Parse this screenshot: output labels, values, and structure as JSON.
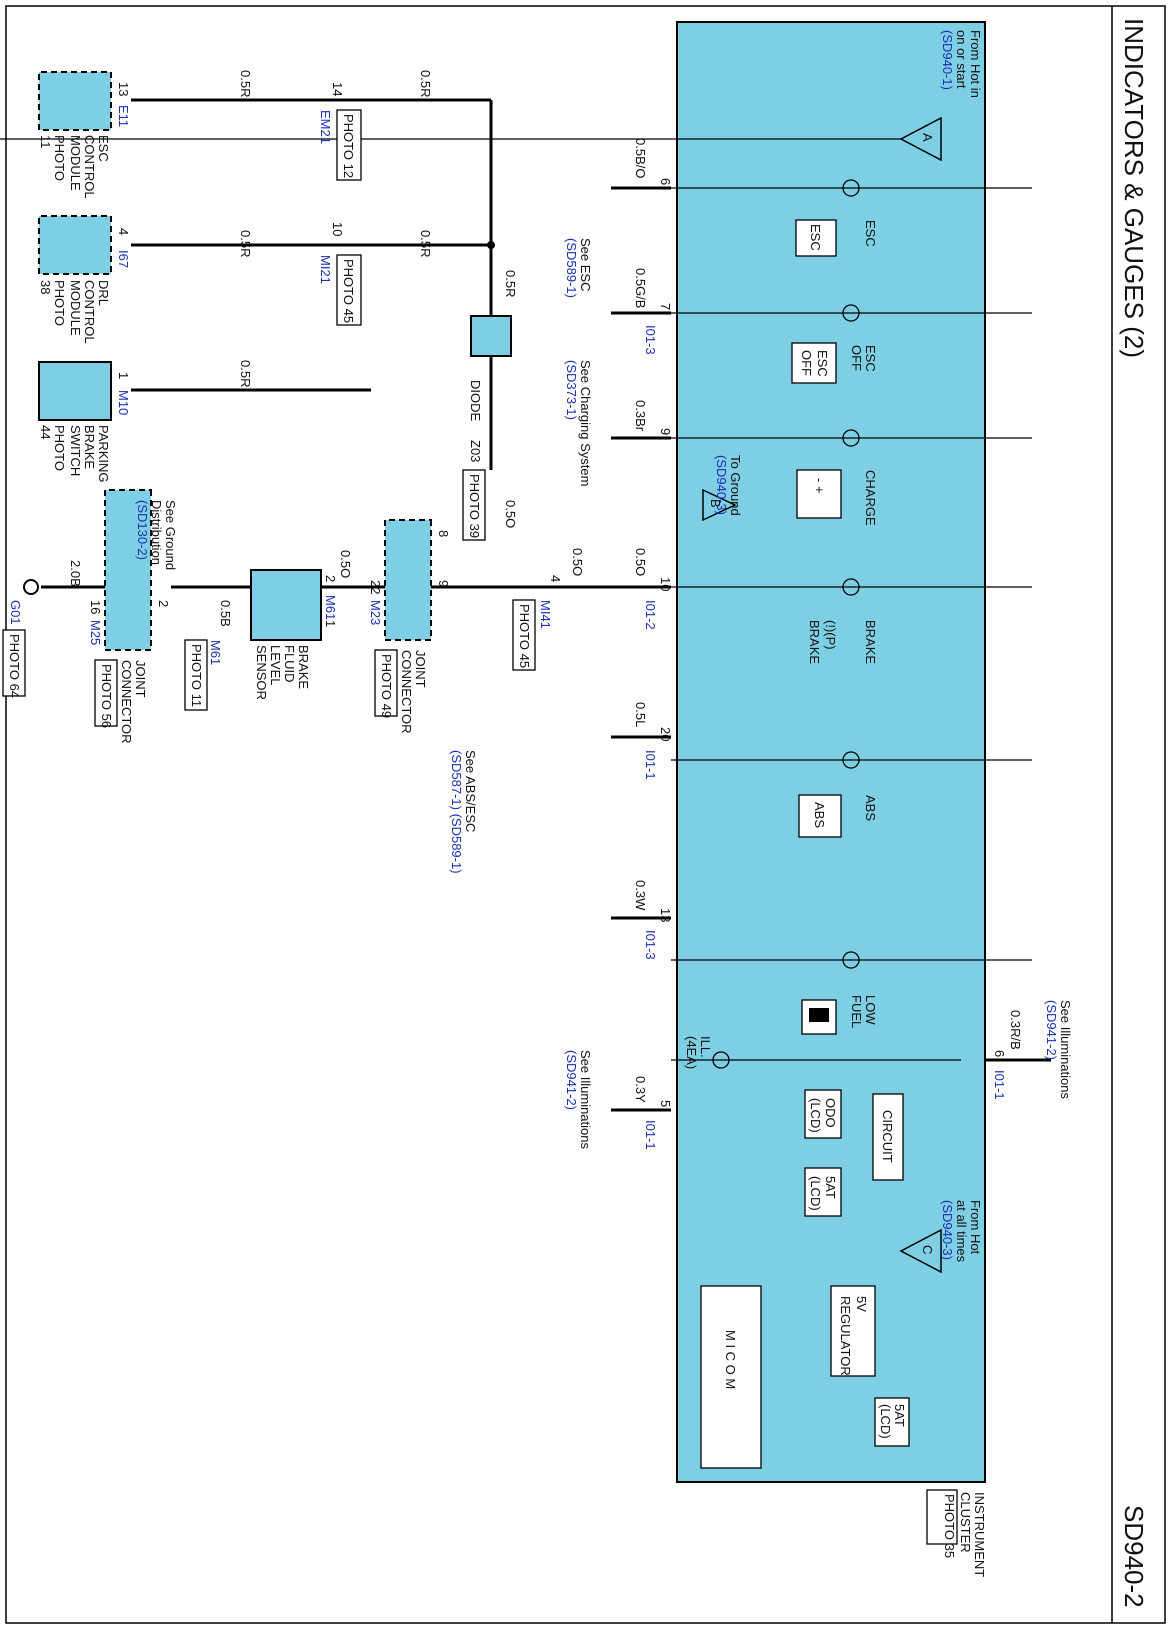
{
  "title": "INDICATORS & GAUGES (2)",
  "page_id": "SD940-2",
  "cluster": {
    "name_lines": [
      "INSTRUMENT",
      "CLUSTER"
    ],
    "photo": "PHOTO 35",
    "hot_a_lines": [
      "From Hot in",
      "on or start",
      "(SD940-1)"
    ],
    "hot_a_label": "A",
    "hot_c_lines": [
      "From Hot",
      "at all times",
      "(SD940-3)"
    ],
    "hot_c_label": "C",
    "ground_b_label": "B",
    "ground_b_lines": [
      "To Ground",
      "(SD940-3)"
    ],
    "indicators": {
      "esc": "ESC",
      "esc_icon": "ESC",
      "esc_off_lines": [
        "ESC",
        "OFF"
      ],
      "esc_off_icon_lines": [
        "ESC",
        "OFF"
      ],
      "charge": "CHARGE",
      "brake": "BRAKE",
      "brake_icon": "BRAKE",
      "abs": "ABS",
      "abs_icon": "ABS",
      "low_fuel_lines": [
        "LOW",
        "FUEL"
      ],
      "ill_lines": [
        "ILL.",
        "(4EA)"
      ]
    },
    "blocks": {
      "circuit": "CIRCUIT",
      "odo_lines": [
        "ODO",
        "(LCD)"
      ],
      "fiveat_lines": [
        "5AT",
        "(LCD)"
      ],
      "fiveat2_lines": [
        "5AT",
        "(LCD)"
      ],
      "regulator_lines": [
        "5V",
        "REGULATOR"
      ],
      "micom": "M I C O M"
    }
  },
  "pins": [
    {
      "pin": "6",
      "wire": "0.5B/O"
    },
    {
      "pin": "7",
      "wire": "0.5G/B",
      "connector": "I01-3"
    },
    {
      "pin": "9",
      "wire": "0.3Br"
    },
    {
      "pin": "10",
      "wire": "0.5O",
      "connector": "I01-2"
    },
    {
      "pin": "20",
      "wire": "0.5L",
      "connector": "I01-1"
    },
    {
      "pin": "13",
      "wire": "0.3W",
      "connector": "I01-3"
    },
    {
      "pin": "6",
      "wire": "0.3R/B",
      "connector": "I01-1"
    },
    {
      "pin": "5",
      "wire": "0.3Y",
      "connector": "I01-1"
    }
  ],
  "refs": {
    "see_esc": [
      "See ESC",
      "(SD589-1)"
    ],
    "see_charging": [
      "See Charging System",
      "(SD373-1)"
    ],
    "see_abs": [
      "See ABS/ESC",
      "(SD587-1) (SD589-1)"
    ],
    "see_illum_in": [
      "See Illuminations",
      "(SD941-2)"
    ],
    "see_illum_out": [
      "See Illuminations",
      "(SD941-2)"
    ],
    "see_ground": [
      "See Ground",
      "Distribution",
      "(SD130-2)"
    ]
  },
  "components": {
    "esc_module": {
      "lines": [
        "ESC",
        "CONTROL",
        "MODULE"
      ],
      "photo_lines": [
        "PHOTO",
        "11"
      ],
      "pin": "13",
      "connector": "E11"
    },
    "drl_module": {
      "lines": [
        "DRL",
        "CONTROL",
        "MODULE"
      ],
      "photo_lines": [
        "PHOTO",
        "38"
      ],
      "pin": "4",
      "connector": "I67"
    },
    "parking_brake": {
      "lines": [
        "PARKING",
        "BRAKE",
        "SWITCH"
      ],
      "photo_lines": [
        "PHOTO",
        "44"
      ],
      "pin": "1",
      "connector": "M10"
    },
    "diode": {
      "label": "DIODE",
      "code": "Z03",
      "photo": "PHOTO 39"
    },
    "joint_m23": {
      "lines": [
        "JOINT",
        "CONNECTOR"
      ],
      "photo": "PHOTO 49",
      "connector": "M23",
      "pin_a": "8",
      "pin_b": "9",
      "pin_c": "22"
    },
    "brake_fluid": {
      "lines": [
        "BRAKE",
        "FLUID",
        "LEVEL",
        "SENSOR"
      ],
      "pin_1": "1",
      "pin_2": "2",
      "connector": "M61"
    },
    "joint_m25": {
      "lines": [
        "JOINT",
        "CONNECTOR"
      ],
      "photo": "PHOTO 56",
      "connector": "M25",
      "pin_a": "2",
      "pin_b": "16"
    },
    "ground_g01": {
      "label": "G01",
      "photo": "PHOTO 64"
    }
  },
  "connectors": [
    {
      "id": "EM21",
      "pin": "14",
      "photo": "PHOTO 12"
    },
    {
      "id": "MI21",
      "pin": "10",
      "photo": "PHOTO 45"
    },
    {
      "id": "MI41",
      "pin": "4",
      "photo": "PHOTO 45"
    },
    {
      "id": "M61",
      "photo": "PHOTO 11"
    }
  ],
  "wires": {
    "esc_left": "0.5R",
    "esc_right": "0.5R",
    "drl_left": "0.5R",
    "drl_right": "0.5R",
    "pb": "0.5R",
    "diode_top": "0.5R",
    "diode_bottom": "0.5O",
    "mi41_left": "0.5O",
    "m23_m61": "0.5O",
    "m61_m25": "0.5B",
    "m25_g01": "2.0B"
  }
}
